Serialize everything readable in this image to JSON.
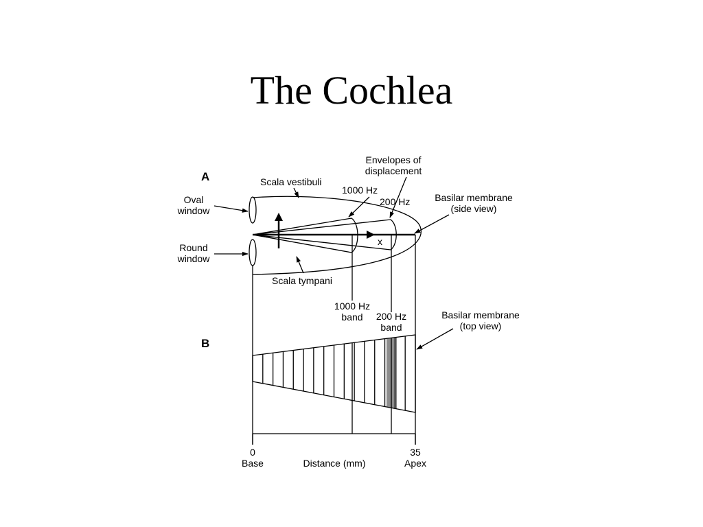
{
  "title": "The Cochlea",
  "colors": {
    "band_highlight": "#8c8c8c",
    "ink": "#000000",
    "background": "#ffffff"
  },
  "panel_a": {
    "letter": "A",
    "scala_vestibuli": "Scala vestibuli",
    "scala_tympani": "Scala tympani",
    "oval_window": [
      "Oval",
      "window"
    ],
    "round_window": [
      "Round",
      "window"
    ],
    "envelopes": [
      "Envelopes of",
      "displacement"
    ],
    "hz_1000": "1000 Hz",
    "hz_200": "200 Hz",
    "basilar_side": [
      "Basilar membrane",
      "(side view)"
    ],
    "x_label": "x"
  },
  "panel_b": {
    "letter": "B",
    "band_1000": [
      "1000 Hz",
      "band"
    ],
    "band_200": [
      "200 Hz",
      "band"
    ],
    "basilar_top": [
      "Basilar membrane",
      "(top view)"
    ]
  },
  "axis": {
    "title": "Distance (mm)",
    "min_value": "0",
    "min_label": "Base",
    "max_value": "35",
    "max_label": "Apex"
  }
}
